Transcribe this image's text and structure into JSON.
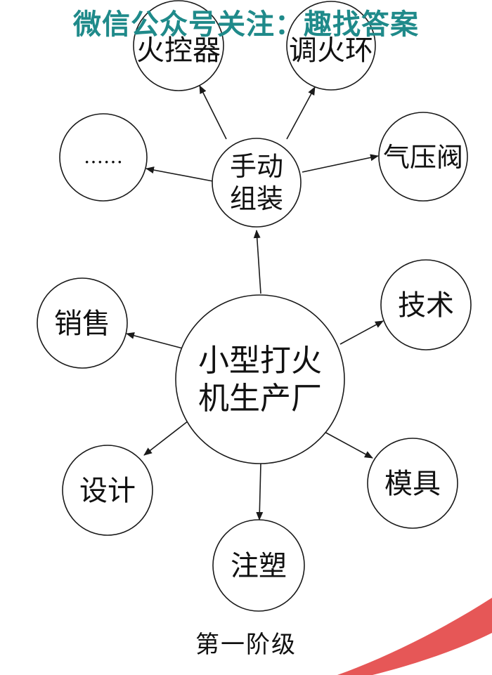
{
  "watermark": {
    "text": "微信公众号关注：趣找答案",
    "color": "#1f8a8a"
  },
  "diagram": {
    "center": "小型打火机生产厂",
    "hub": "手动组装",
    "nodes": {
      "igniter": "火控器",
      "flame_ring": "调火环",
      "ellipsis": "……",
      "air_valve": "气压阀",
      "sales": "销售",
      "technology": "技术",
      "design": "设计",
      "mold": "模具",
      "injection": "注塑"
    }
  },
  "caption": "第一阶级",
  "colors": {
    "corner_mark": "#e23a3a"
  }
}
